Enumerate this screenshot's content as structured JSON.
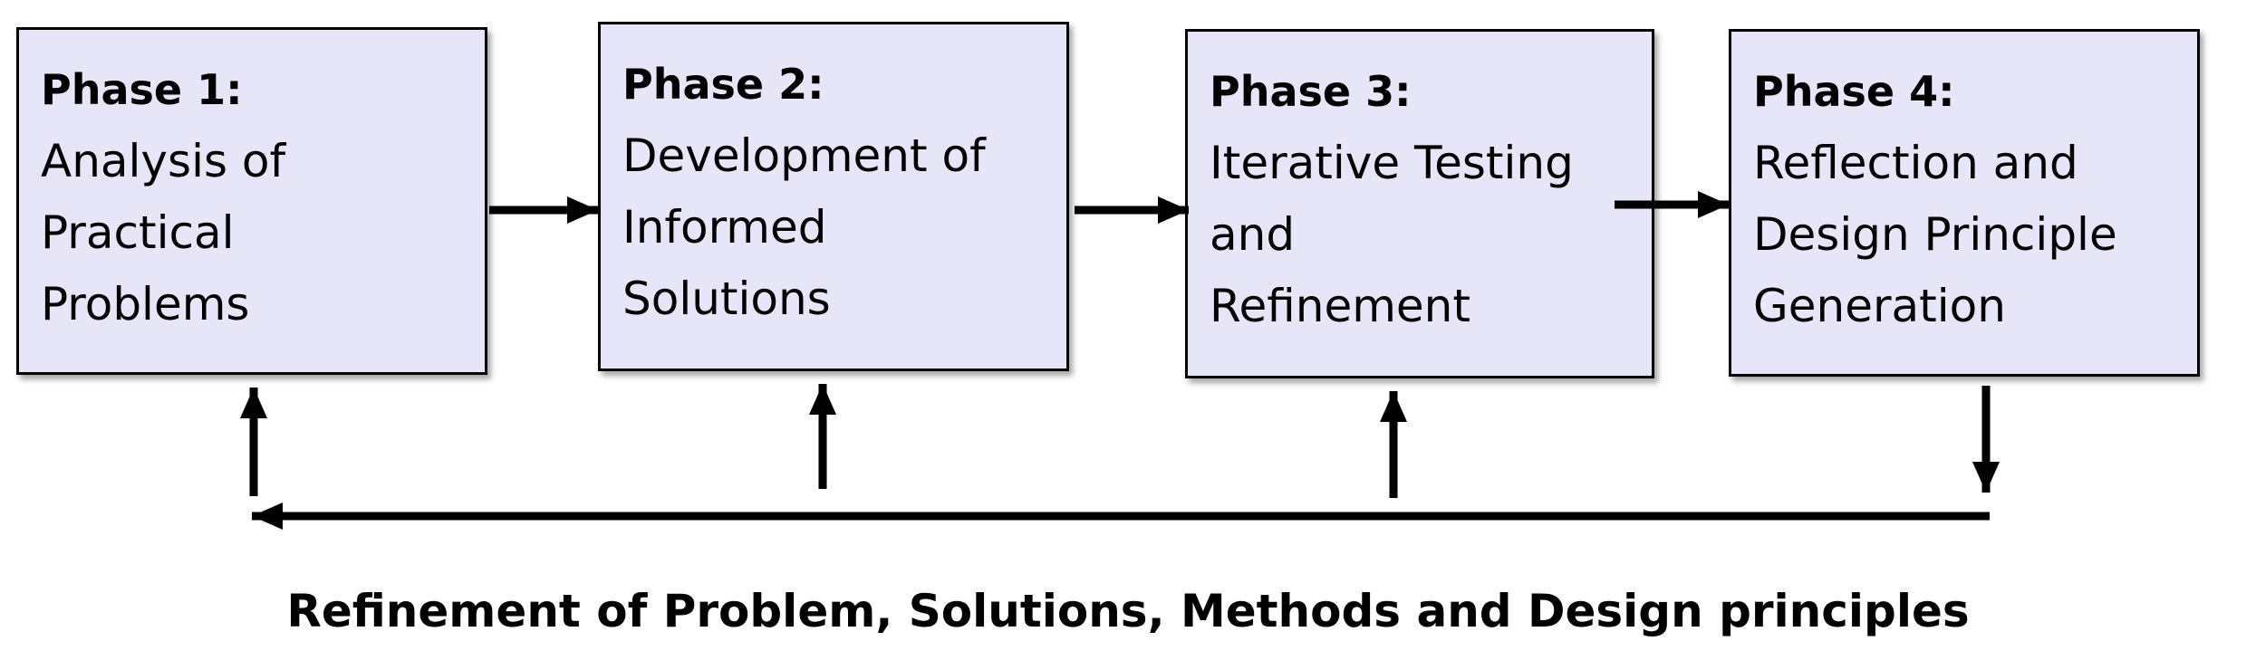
{
  "phases": [
    {
      "title": "Phase 1:",
      "description": "Analysis of\nPractical\nProblems"
    },
    {
      "title": "Phase 2:",
      "description": "Development of\nInformed\nSolutions"
    },
    {
      "title": "Phase 3:",
      "description": "Iterative Testing\nand\nRefinement"
    },
    {
      "title": "Phase 4:",
      "description": "Reflection and\nDesign Principle\nGeneration"
    }
  ],
  "caption": "Refinement of Problem, Solutions, Methods and Design principles",
  "colors": {
    "box_fill": "#e6e6f8",
    "box_border": "#000000",
    "arrow": "#000000"
  }
}
